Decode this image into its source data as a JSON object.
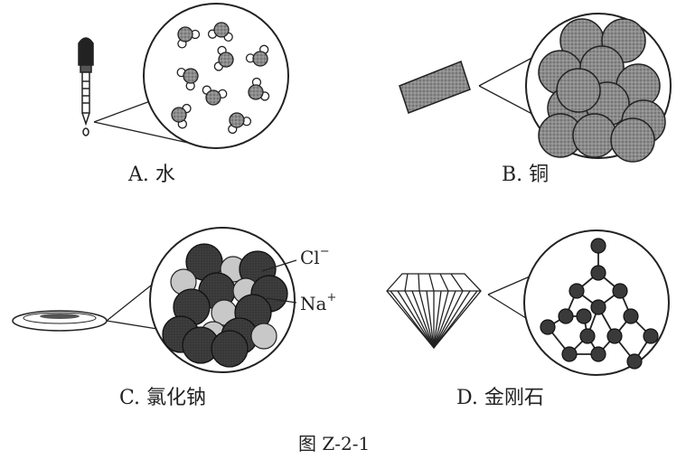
{
  "panels": {
    "a": {
      "label": "A. 水"
    },
    "b": {
      "label": "B. 铜"
    },
    "c": {
      "label": "C. 氯化钠",
      "ion_cl": "Cl",
      "ion_cl_charge": "−",
      "ion_na": "Na",
      "ion_na_charge": "+"
    },
    "d": {
      "label": "D. 金刚石"
    }
  },
  "caption": "图 Z-2-1",
  "colors": {
    "ink": "#222222",
    "dark_sphere": "#3a3a3a",
    "gray_sphere": "#8a8a8a",
    "light_sphere": "#c8c8c8"
  }
}
